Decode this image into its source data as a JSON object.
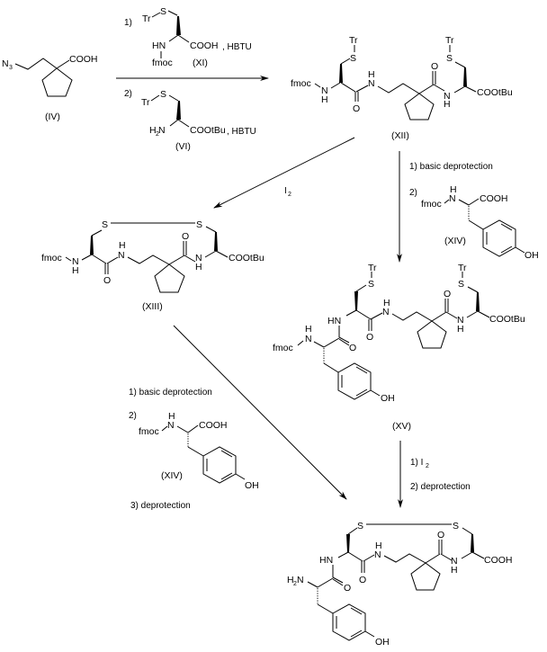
{
  "scheme": {
    "compounds": {
      "IV": {
        "label": "(IV)",
        "groups": {
          "azide": "N",
          "azide_sub": "3",
          "acid": "COOH"
        }
      },
      "XI": {
        "label": "(XI)",
        "groups": {
          "tr": "Tr",
          "s": "S",
          "nh": "HN",
          "acid": "COOH",
          "pg": "fmoc"
        }
      },
      "VI": {
        "label": "(VI)",
        "groups": {
          "tr": "Tr",
          "s": "S",
          "amine": "H",
          "amine_sub": "2",
          "amine_n": "N",
          "ester": "COOtBu"
        }
      },
      "XII": {
        "label": "(XII)",
        "groups": {
          "pg": "fmoc",
          "n": "N",
          "h": "H",
          "o": "O",
          "s": "S",
          "tr": "Tr",
          "ester": "COOtBu"
        }
      },
      "XIII": {
        "label": "(XIII)",
        "groups": {
          "pg": "fmoc",
          "n": "N",
          "h": "H",
          "o": "O",
          "s": "S",
          "ester": "COOtBu"
        }
      },
      "XIV": {
        "label": "(XIV)",
        "groups": {
          "pg": "fmoc",
          "n": "N",
          "h": "H",
          "acid": "COOH",
          "oh": "OH"
        }
      },
      "XV": {
        "label": "(XV)",
        "groups": {
          "pg": "fmoc",
          "n": "N",
          "h": "H",
          "hn": "HN",
          "o": "O",
          "s": "S",
          "tr": "Tr",
          "ester": "COOtBu",
          "oh": "OH"
        }
      },
      "final": {
        "label": "",
        "groups": {
          "amine": "H",
          "amine_sub": "2",
          "amine_n": "N",
          "hn": "HN",
          "n": "N",
          "h": "H",
          "o": "O",
          "s": "S",
          "acid": "COOH",
          "oh": "OH"
        }
      }
    },
    "steps": {
      "step1": {
        "num1": "1)",
        "num2": "2)",
        "reagent1": ", HBTU",
        "reagent2": ", HBTU"
      },
      "step2": {
        "reagent": "I",
        "reagent_sub": "2"
      },
      "step3": {
        "line1": "1) basic deprotection",
        "num2": "2)"
      },
      "step4": {
        "line1": "1) basic deprotection",
        "num2": "2)",
        "line3": "3) deprotection"
      },
      "step5": {
        "line1": "1) I",
        "line1_sub": "2",
        "line2": "2) deprotection"
      }
    }
  }
}
